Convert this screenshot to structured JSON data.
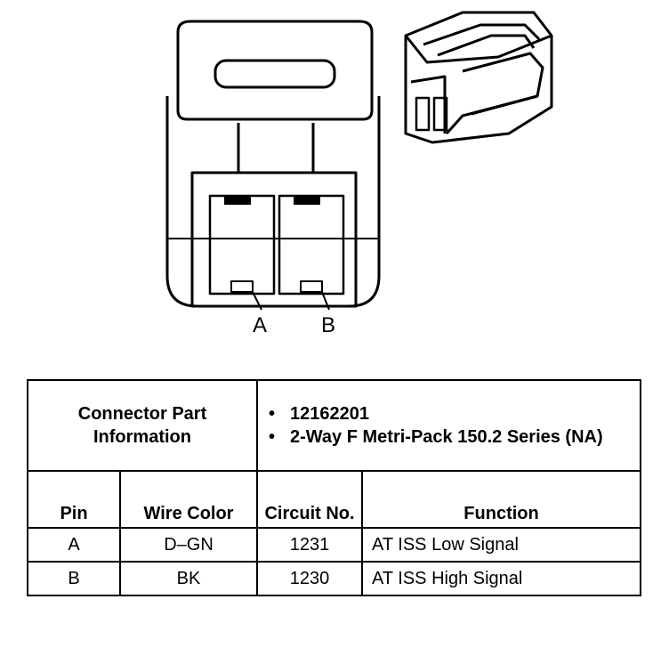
{
  "pin_labels": [
    "A",
    "B"
  ],
  "connector_part_information": {
    "label": "Connector Part Information",
    "items": [
      "12162201",
      "2-Way F Metri-Pack 150.2 Series (NA)"
    ]
  },
  "table": {
    "headers": [
      "Pin",
      "Wire Color",
      "Circuit No.",
      "Function"
    ],
    "rows": [
      [
        "A",
        "D–GN",
        "1231",
        "AT ISS Low Signal"
      ],
      [
        "B",
        "BK",
        "1230",
        "AT ISS High Signal"
      ]
    ]
  }
}
